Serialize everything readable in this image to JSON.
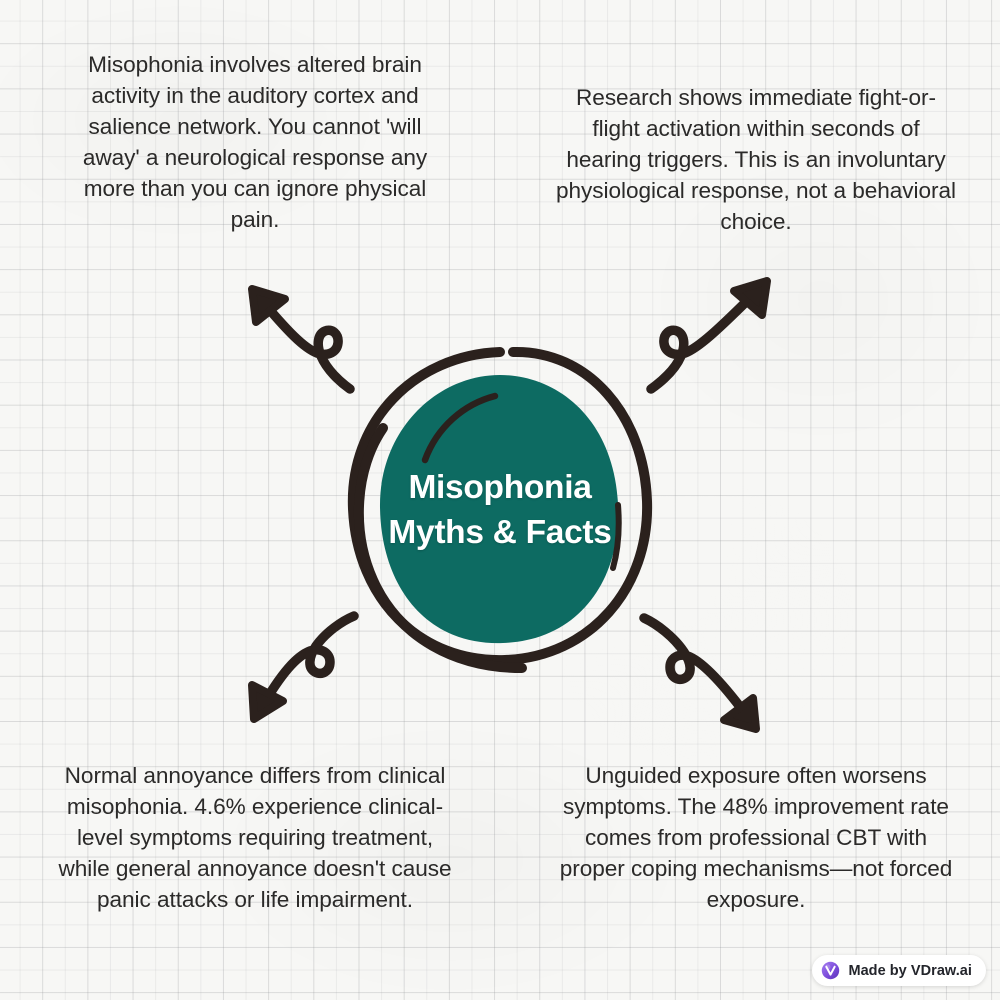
{
  "background": {
    "style": "grid-paper",
    "paper_color": "#f7f7f5",
    "grid_line_color": "#96989b"
  },
  "center": {
    "title_line1": "Misophonia",
    "title_line2": "Myths & Facts",
    "fill_color": "#0d6b62",
    "ring_color": "#2b211d",
    "text_color": "#ffffff"
  },
  "callouts": [
    {
      "id": "top-left",
      "position": "top-left",
      "text": "Misophonia involves altered brain activity in the auditory cortex and salience network. You cannot 'will away' a neurological response any more than you can ignore physical pain."
    },
    {
      "id": "top-right",
      "position": "top-right",
      "text": "Research shows immediate fight-or-flight activation within seconds of hearing triggers. This is an involuntary physiological response, not a behavioral choice."
    },
    {
      "id": "bottom-left",
      "position": "bottom-left",
      "text": "Normal annoyance differs from clinical misophonia. 4.6% experience clinical-level symptoms requiring treatment, while general annoyance doesn't cause panic attacks or life impairment."
    },
    {
      "id": "bottom-right",
      "position": "bottom-right",
      "text": "Unguided exposure often worsens symptoms. The 48% improvement rate comes from professional CBT with proper coping mechanisms—not forced exposure."
    }
  ],
  "arrows": [
    {
      "id": "top-left",
      "icon": "curved-looped-arrow-up-left-icon",
      "direction": "up-left",
      "color": "#2b211d"
    },
    {
      "id": "top-right",
      "icon": "curved-looped-arrow-up-right-icon",
      "direction": "up-right",
      "color": "#2b211d"
    },
    {
      "id": "bottom-left",
      "icon": "curved-looped-arrow-down-left-icon",
      "direction": "down-left",
      "color": "#2b211d"
    },
    {
      "id": "bottom-right",
      "icon": "curved-looped-arrow-down-right-icon",
      "direction": "down-right",
      "color": "#2b211d"
    }
  ],
  "watermark": {
    "label": "Made by VDraw.ai",
    "logo_letter": "V",
    "logo_icon": "vdraw-logo-icon",
    "logo_color": "#7c4ddb",
    "background": "#ffffff"
  }
}
